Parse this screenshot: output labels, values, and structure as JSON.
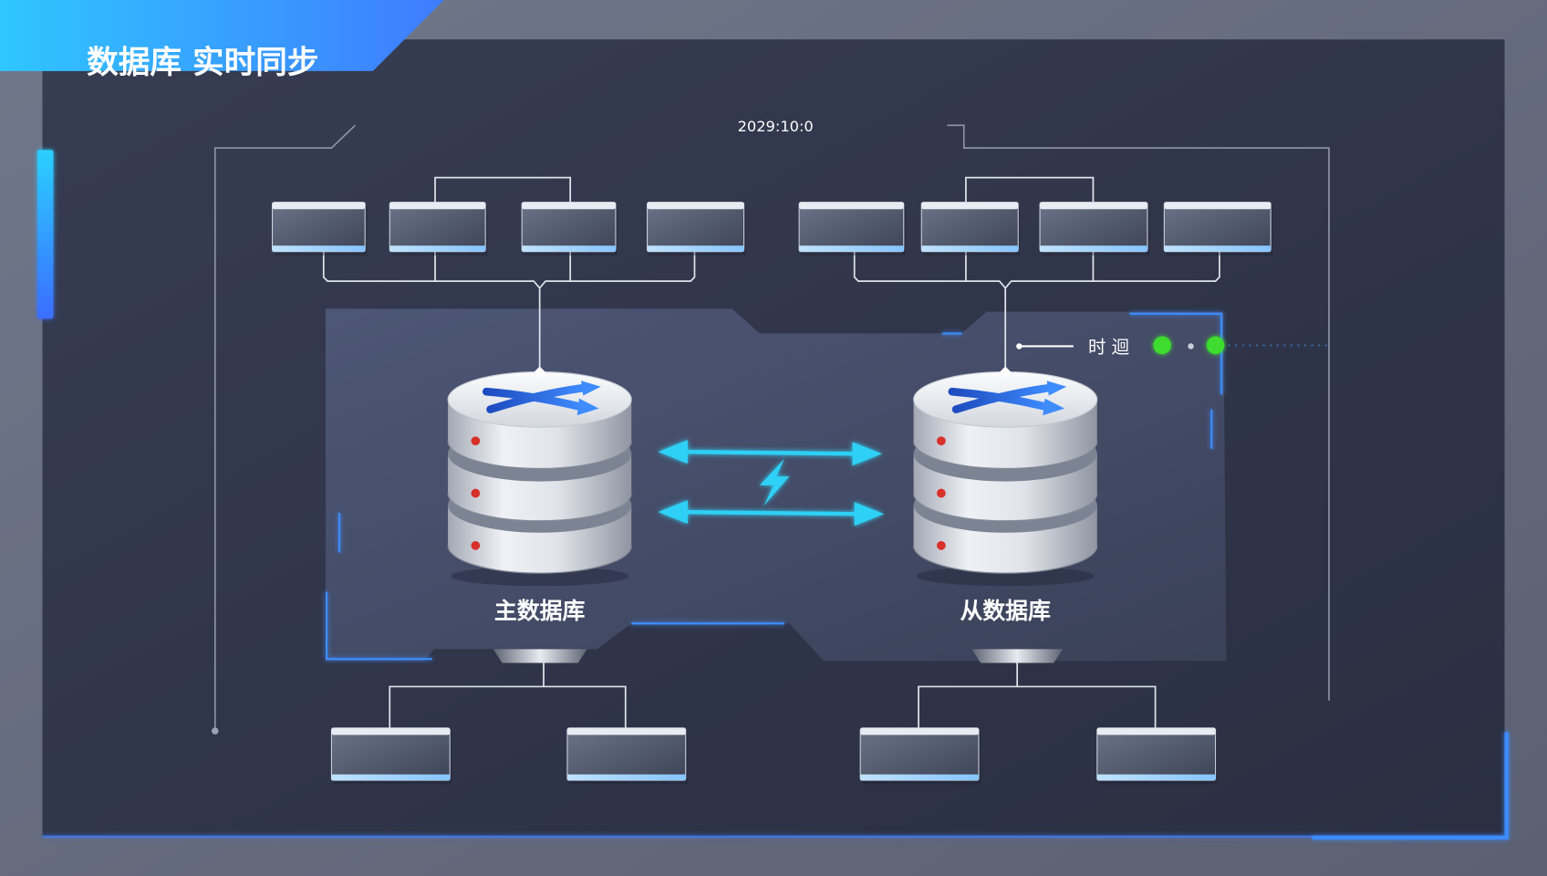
{
  "title": "数据库 实时同步",
  "timestamp": "2029:10:0",
  "status": {
    "label": "时 迴",
    "indicators": [
      {
        "color": "#3ddc2e"
      },
      {
        "color": "#3ddc2e"
      }
    ]
  },
  "nodes": {
    "master": {
      "label": "主数据库",
      "icon": "database-icon"
    },
    "slave": {
      "label": "从数据库",
      "icon": "database-icon"
    }
  },
  "sync": {
    "icon": "bidirectional-arrows-icon",
    "bolt_icon": "lightning-icon"
  },
  "colors": {
    "accent": "#2fd0f5",
    "brand": "#3d7fff",
    "status_ok": "#3ddc2e",
    "panel": "#30364a",
    "alert_dot": "#d8302b"
  }
}
